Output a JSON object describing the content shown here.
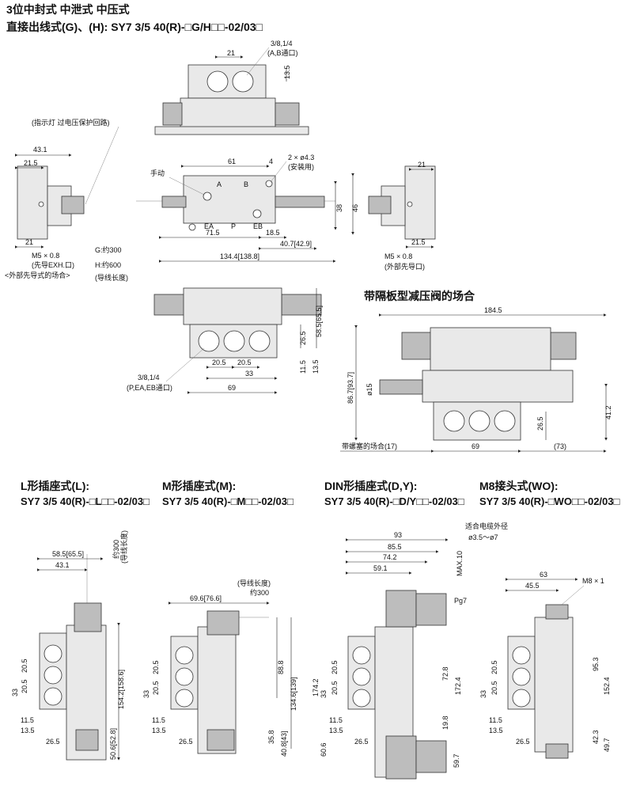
{
  "header": {
    "line1": "3位中封式  中泄式  中压式",
    "line2": "直接出线式(G)、(H): SY7 3/5 40(R)-□G/H□□-02/03□"
  },
  "top_view": {
    "dims": {
      "d21_top": "21",
      "d13_5_top": "13.5",
      "d61": "61",
      "d4": "4",
      "d71_5": "71.5",
      "d18_5": "18.5",
      "d40_7": "40.7[42.9]",
      "d134_4": "134.4[138.8]",
      "d38": "38",
      "d46": "46",
      "d43_1": "43.1",
      "d21_5_left": "21.5",
      "d21_left": "21",
      "d21_right": "21",
      "d21_5_right": "21.5",
      "d26_5": "26.5",
      "d58_5": "58.5[65.5]",
      "d20_5a": "20.5",
      "d20_5b": "20.5",
      "d33": "33",
      "d11_5": "11.5",
      "d13_5_bot": "13.5",
      "d69": "69"
    },
    "labels": {
      "port_ab": "3/8,1/4",
      "port_ab2": "(A,B通口)",
      "indicator": "(指示灯  过电压保护回路)",
      "mount_holes": "2 × ø4.3",
      "mount_holes2": "(安装用)",
      "manual": "手动",
      "screw_left": "M5 × 0.8",
      "pilot_exh": "(先导EXH.口)",
      "ext_pilot": "<外部先导式的场合>",
      "lead_g": "G:约300",
      "lead_h": "H:约600",
      "lead_len": "(导线长度)",
      "screw_right": "M5 × 0.8",
      "ext_pilot_port": "(外部先导口)",
      "port_p": "3/8,1/4",
      "port_p2": "(P,EA,EB通口)",
      "ea": "EA",
      "p": "P",
      "eb": "EB",
      "a": "A",
      "b": "B"
    }
  },
  "regulator": {
    "title": "带隔板型减压阀的场合",
    "d184_5": "184.5",
    "d86_7": "86.7[93.7]",
    "d15": "ø15",
    "d41_2": "41.2",
    "d26_5": "26.5",
    "d69": "69",
    "d73": "(73)",
    "d17": "带螺塞的场合(17)"
  },
  "variants": [
    {
      "title": "L形插座式(L):",
      "code": "SY7 3/5 40(R)-□L□□-02/03□",
      "dims": [
        "58.5[65.5]",
        "43.1",
        "约300",
        "(导线长度)",
        "20.5",
        "20.5",
        "33",
        "154.2[158.6]",
        "11.5",
        "13.5",
        "26.5",
        "50.6[52.8]"
      ]
    },
    {
      "title": "M形插座式(M):",
      "code": "SY7 3/5 40(R)-□M□□-02/03□",
      "dims": [
        "(导线长度)",
        "约300",
        "69.6[76.6]",
        "20.5",
        "20.5",
        "33",
        "88.8",
        "134.6[139]",
        "11.5",
        "13.5",
        "26.5",
        "35.8",
        "40.8[43]"
      ]
    },
    {
      "title": "DIN形插座式(D,Y):",
      "code": "SY7 3/5 40(R)-□D/Y□□-02/03□",
      "dims": [
        "93",
        "85.5",
        "74.2",
        "59.1",
        "适合电缆外径",
        "ø3.5～ø7",
        "MAX.10",
        "Pg7",
        "20.5",
        "20.5",
        "33",
        "72.8",
        "172.4",
        "174.2",
        "19.8",
        "11.5",
        "13.5",
        "26.5",
        "60.6",
        "59.7"
      ]
    },
    {
      "title": "M8接头式(WO):",
      "code": "SY7 3/5 40(R)-□WO□□-02/03□",
      "dims": [
        "63",
        "45.5",
        "M8 × 1",
        "95.3",
        "152.4",
        "20.5",
        "20.5",
        "33",
        "11.5",
        "13.5",
        "26.5",
        "42.3",
        "49.7"
      ]
    }
  ]
}
